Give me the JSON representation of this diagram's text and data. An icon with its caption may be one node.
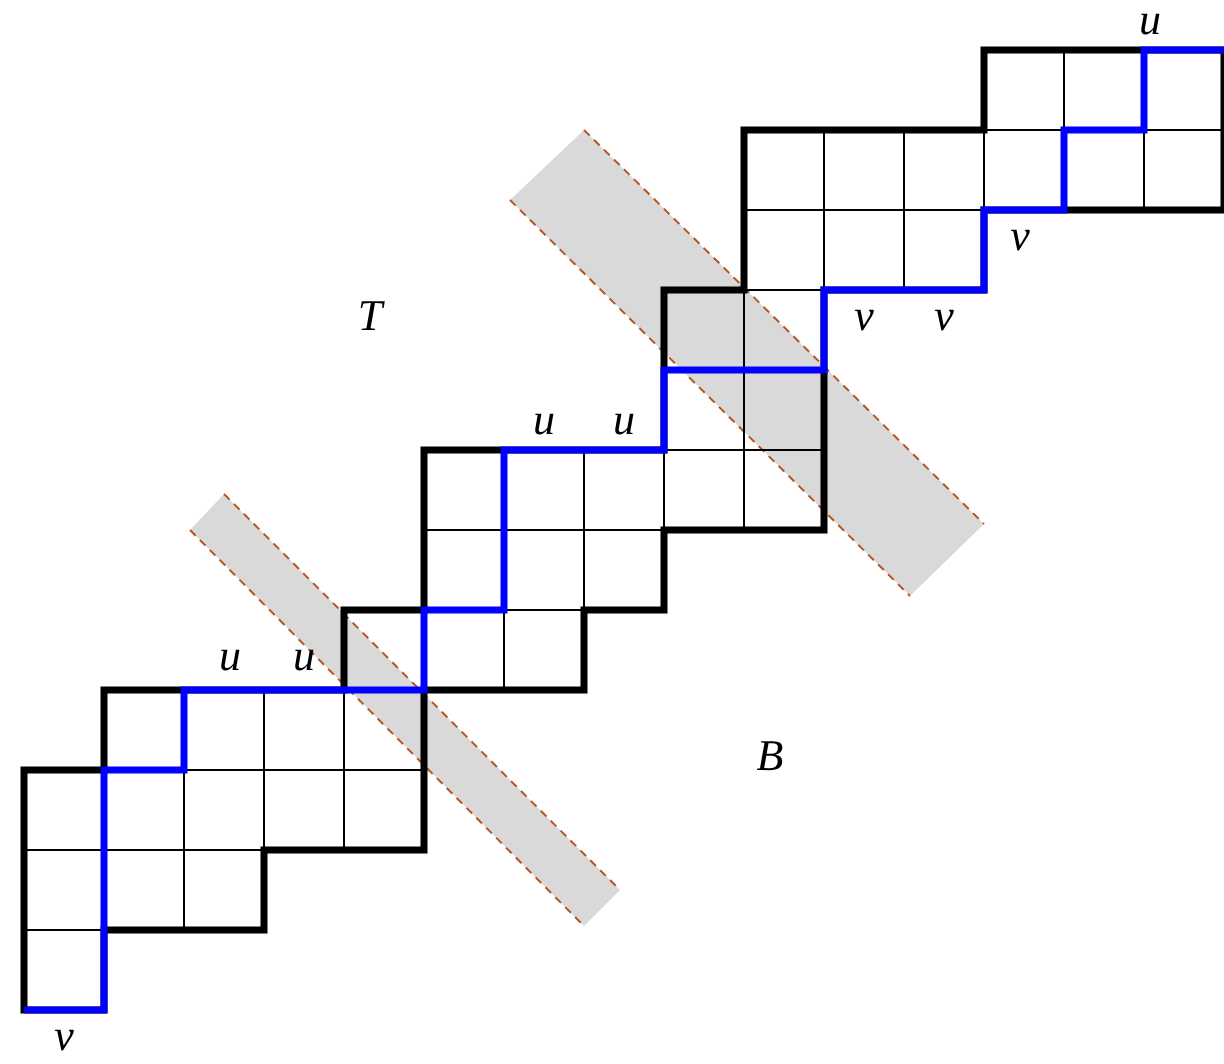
{
  "diagram": {
    "labels": [
      "u",
      "v",
      "T",
      "v",
      "v",
      "u",
      "u",
      "u",
      "u",
      "B",
      "v"
    ]
  }
}
